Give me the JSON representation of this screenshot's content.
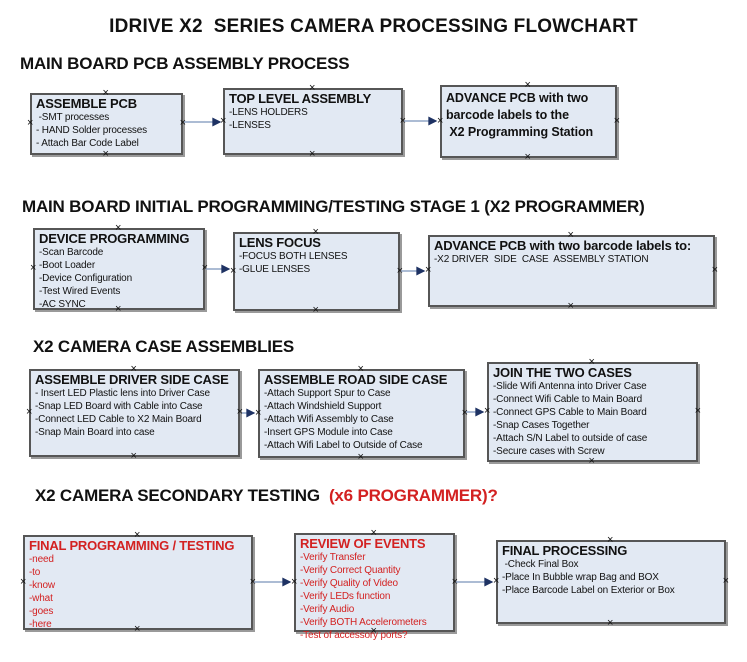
{
  "page": {
    "title": "IDRIVE X2  SERIES CAMERA PROCESSING FLOWCHART"
  },
  "icons": {
    "anchor_glyph": "×"
  },
  "colors": {
    "box_fill": "#e2e9f3",
    "box_border": "#565656",
    "arrow_line": "#91a5c6",
    "arrow_head": "#1e3263",
    "red_text": "#d32121",
    "text": "#111111"
  },
  "sections": [
    {
      "header": "MAIN BOARD PCB ASSEMBLY PROCESS",
      "boxes": [
        {
          "title": "ASSEMBLE PCB",
          "lines": [
            " -SMT processes",
            "- HAND Solder processes",
            "- Attach Bar Code Label"
          ]
        },
        {
          "title": "TOP LEVEL ASSEMBLY",
          "lines": [
            "-LENS HOLDERS",
            "-LENSES"
          ]
        },
        {
          "title": "",
          "lines": [
            "ADVANCE PCB with two",
            "barcode labels to the",
            " X2 Programming Station"
          ]
        }
      ]
    },
    {
      "header": "MAIN BOARD INITIAL PROGRAMMING/TESTING STAGE 1 (X2 PROGRAMMER)",
      "boxes": [
        {
          "title": "DEVICE PROGRAMMING",
          "lines": [
            "-Scan Barcode",
            "-Boot Loader",
            "-Device Configuration",
            "-Test Wired Events",
            "-AC SYNC"
          ]
        },
        {
          "title": "LENS FOCUS",
          "lines": [
            "-FOCUS BOTH LENSES",
            "-GLUE LENSES"
          ]
        },
        {
          "title": "ADVANCE PCB with two barcode labels to:",
          "lines": [
            "-X2 DRIVER  SIDE  CASE  ASSEMBLY STATION"
          ]
        }
      ]
    },
    {
      "header": "X2 CAMERA CASE ASSEMBLIES",
      "boxes": [
        {
          "title": "ASSEMBLE DRIVER SIDE CASE",
          "lines": [
            "- Insert LED Plastic lens into Driver Case",
            "-Snap LED Board with Cable into Case",
            "-Connect LED Cable to X2 Main Board",
            "-Snap Main Board into case"
          ]
        },
        {
          "title": "ASSEMBLE ROAD SIDE CASE",
          "lines": [
            "-Attach Support Spur to Case",
            "-Attach Windshield Support",
            "-Attach Wifi Assembly to Case",
            "-Insert GPS Module into Case",
            "-Attach Wifi Label to Outside of Case"
          ]
        },
        {
          "title": "JOIN THE TWO CASES",
          "lines": [
            "-Slide Wifi Antenna into Driver Case",
            "-Connect Wifi Cable to Main Board",
            "-Connect GPS Cable to Main Board",
            "-Snap Cases Together",
            "-Attach S/N Label to outside of case",
            "-Secure cases with Screw"
          ]
        }
      ]
    },
    {
      "header": "X2 CAMERA SECONDARY TESTING ",
      "header_red": " (x6 PROGRAMMER)?",
      "boxes": [
        {
          "title": "FINAL PROGRAMMING / TESTING",
          "lines": [
            "-need",
            "-to",
            "-know",
            "-what",
            "-goes",
            "-here"
          ]
        },
        {
          "title": "REVIEW OF EVENTS",
          "lines": [
            "-Verify Transfer",
            "-Verify Correct Quantity",
            "-Verify Quality of Video",
            "-Verify LEDs function",
            "-Verify Audio",
            "-Verify BOTH Accelerometers",
            "-Test of accessory ports?"
          ]
        },
        {
          "title": "FINAL PROCESSING",
          "lines": [
            " -Check Final Box",
            "-Place In Bubble wrap Bag and BOX",
            "-Place Barcode Label on Exterior or Box"
          ]
        }
      ]
    }
  ]
}
